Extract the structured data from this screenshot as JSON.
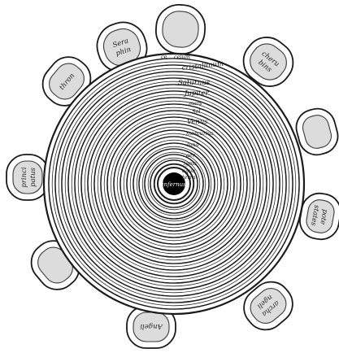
{
  "lobes": [
    {
      "id": "top",
      "lines": [
        "",
        ""
      ]
    },
    {
      "id": "upper-left",
      "lines": [
        "Sera",
        "phin"
      ]
    },
    {
      "id": "upper-right",
      "lines": [
        "cheru",
        "bins"
      ]
    },
    {
      "id": "left-top",
      "lines": [
        "thron"
      ]
    },
    {
      "id": "right-mid",
      "lines": [
        ""
      ]
    },
    {
      "id": "left-mid",
      "lines": [
        "princi",
        "patus"
      ]
    },
    {
      "id": "right-low",
      "lines": [
        "pote",
        "states"
      ]
    },
    {
      "id": "left-low",
      "lines": [
        ""
      ]
    },
    {
      "id": "bottom-right",
      "lines": [
        "archa",
        "ngeli"
      ]
    },
    {
      "id": "bottom-left",
      "lines": [
        "Angeli"
      ]
    }
  ],
  "rings": [
    {
      "label": "celum cristallinum",
      "label_parts": [
        "ce",
        "celum",
        "cristallinum"
      ]
    },
    {
      "label": "Saturnus"
    },
    {
      "label": "Jupiter"
    },
    {
      "label": "mars"
    },
    {
      "label": "Sol"
    },
    {
      "label": "Venus"
    },
    {
      "label": "mercurius"
    },
    {
      "label": "luna"
    },
    {
      "label": "aer"
    },
    {
      "label": "ignis"
    },
    {
      "label": "aqua"
    },
    {
      "label": "terra"
    }
  ],
  "core": {
    "label": "infernus"
  },
  "colors": {
    "ink": "#1a1a1a",
    "parchment": "#ffffff",
    "lobe_fill": "#dcdcdc",
    "core_dark": "#000000"
  }
}
